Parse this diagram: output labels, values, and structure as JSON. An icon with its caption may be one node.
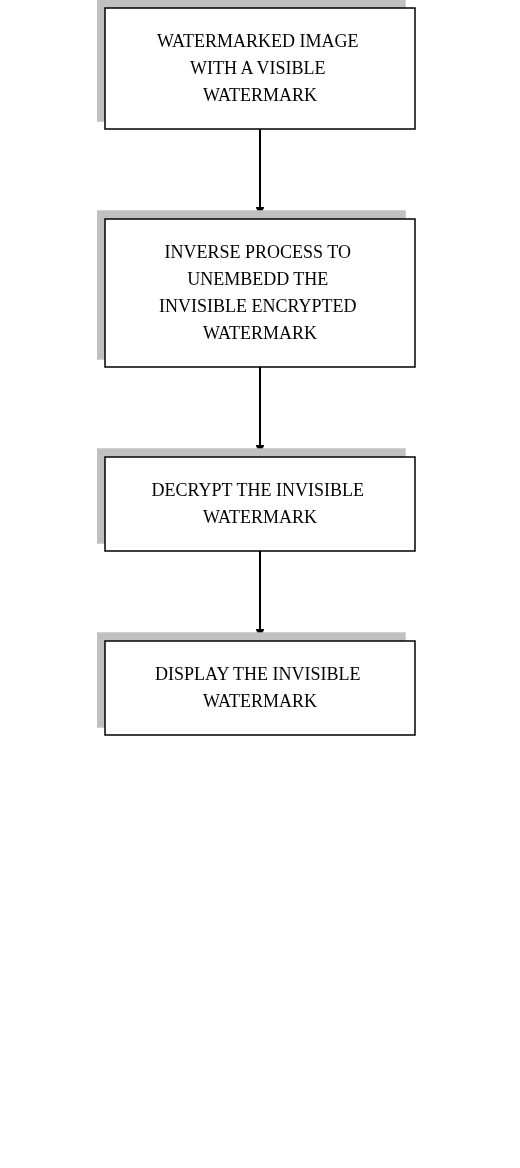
{
  "diagram": {
    "nodes": [
      {
        "text": [
          "WATERMARKED IMAGE WITH A VISIBLE WATERMARK"
        ]
      },
      {
        "text": [
          "INVERSE PROCESS TO UNEMBEDD THE INVISIBLE ENCRYPTED WATERMARK"
        ]
      },
      {
        "text": [
          "DECRYPT THE INVISIBLE WATERMARK"
        ]
      },
      {
        "text": [
          "DISPLAY THE INVISIBLE WATERMARK"
        ]
      }
    ],
    "edges": [
      {
        "from": 0,
        "to": 1,
        "arrow": "to"
      },
      {
        "from": 1,
        "to": 2,
        "arrow": "to"
      },
      {
        "from": 2,
        "to": 3,
        "arrow": "to"
      }
    ]
  }
}
